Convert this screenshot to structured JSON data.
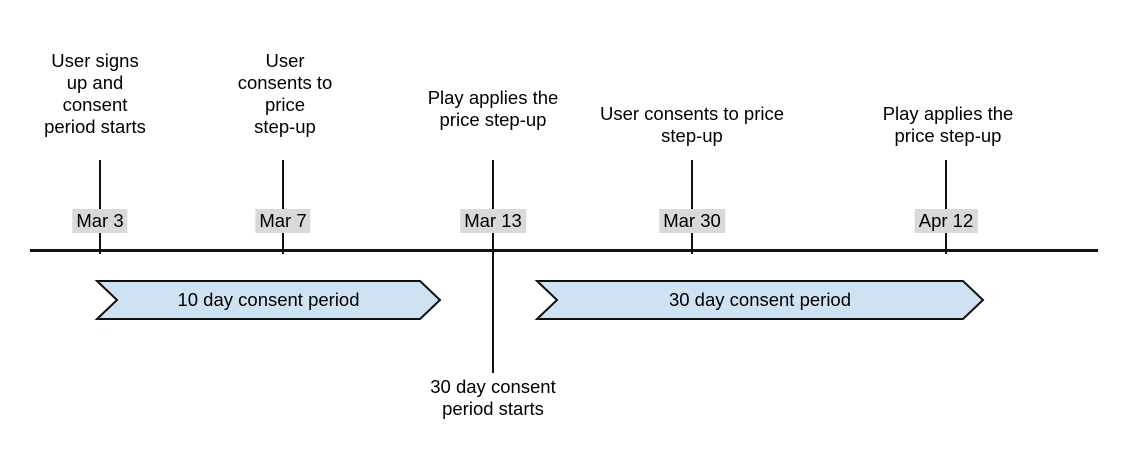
{
  "timeline": {
    "events": [
      {
        "title": "User signs\nup and\nconsent\nperiod starts",
        "date": "Mar 3"
      },
      {
        "title": "User\nconsents to\nprice\nstep-up",
        "date": "Mar 7"
      },
      {
        "title": "Play applies the\nprice step-up",
        "date": "Mar 13"
      },
      {
        "title": "User consents to price\nstep-up",
        "date": "Mar 30"
      },
      {
        "title": "Play applies the\nprice step-up",
        "date": "Apr 12"
      }
    ],
    "note_below_axis": "30 day consent\nperiod starts",
    "periods": [
      {
        "label": "10 day consent period"
      },
      {
        "label": "30 day consent period"
      }
    ],
    "colors": {
      "background": "#ffffff",
      "axis_line": "#111111",
      "date_label_bg": "#d9d9d9",
      "period_fill": "#cfe2f3",
      "period_stroke": "#111111",
      "text": "#000000"
    }
  }
}
